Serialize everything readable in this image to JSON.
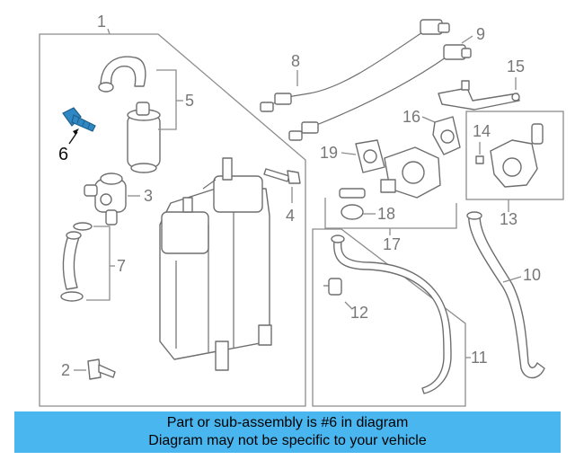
{
  "diagram": {
    "callouts": [
      "1",
      "2",
      "3",
      "4",
      "5",
      "6",
      "7",
      "8",
      "9",
      "10",
      "11",
      "12",
      "13",
      "14",
      "15",
      "16",
      "17",
      "18",
      "19"
    ],
    "highlighted_part": "6",
    "highlight_color": "#2f88c4"
  },
  "banner": {
    "line1": "Part or sub-assembly is #6 in diagram",
    "line2": "Diagram may not be specific to your vehicle",
    "background": "#4ab6ef"
  }
}
